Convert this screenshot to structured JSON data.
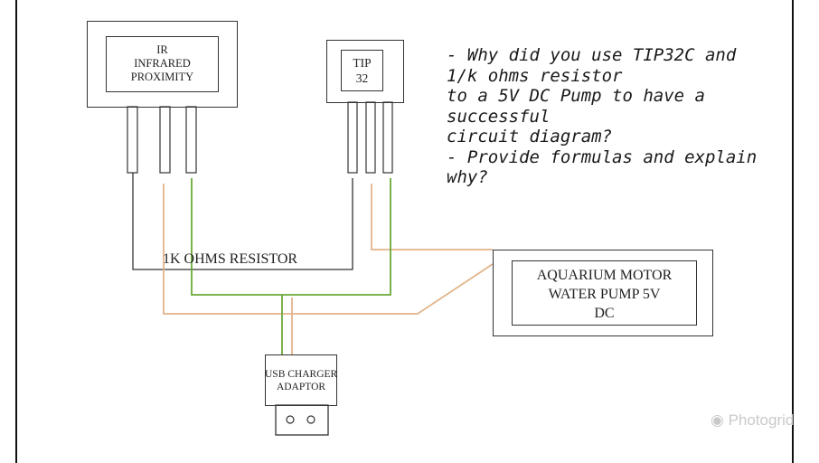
{
  "components": {
    "ir_sensor": {
      "lines": [
        "IR",
        "INFRARED",
        "PROXIMITY"
      ]
    },
    "tip32": {
      "lines": [
        "TIP",
        "32"
      ]
    },
    "resistor_label": "1K OHMS RESISTOR",
    "pump": {
      "lines": [
        "AQUARIUM MOTOR",
        "WATER PUMP 5V",
        "DC"
      ]
    },
    "usb": {
      "lines": [
        "USB CHARGER",
        "ADAPTOR"
      ]
    }
  },
  "question": {
    "lines": [
      "- Why did you use TIP32C and",
      "1/k ohms resistor",
      "to a 5V DC Pump to have a",
      "successful",
      "circuit diagram?",
      "- Provide formulas and explain",
      "why?"
    ]
  },
  "watermark": {
    "text": "Photogrid",
    "icon": "camera-icon"
  },
  "colors": {
    "wire_black": "#333333",
    "wire_green": "#6aaa3a",
    "wire_orange": "#e2b48a"
  }
}
